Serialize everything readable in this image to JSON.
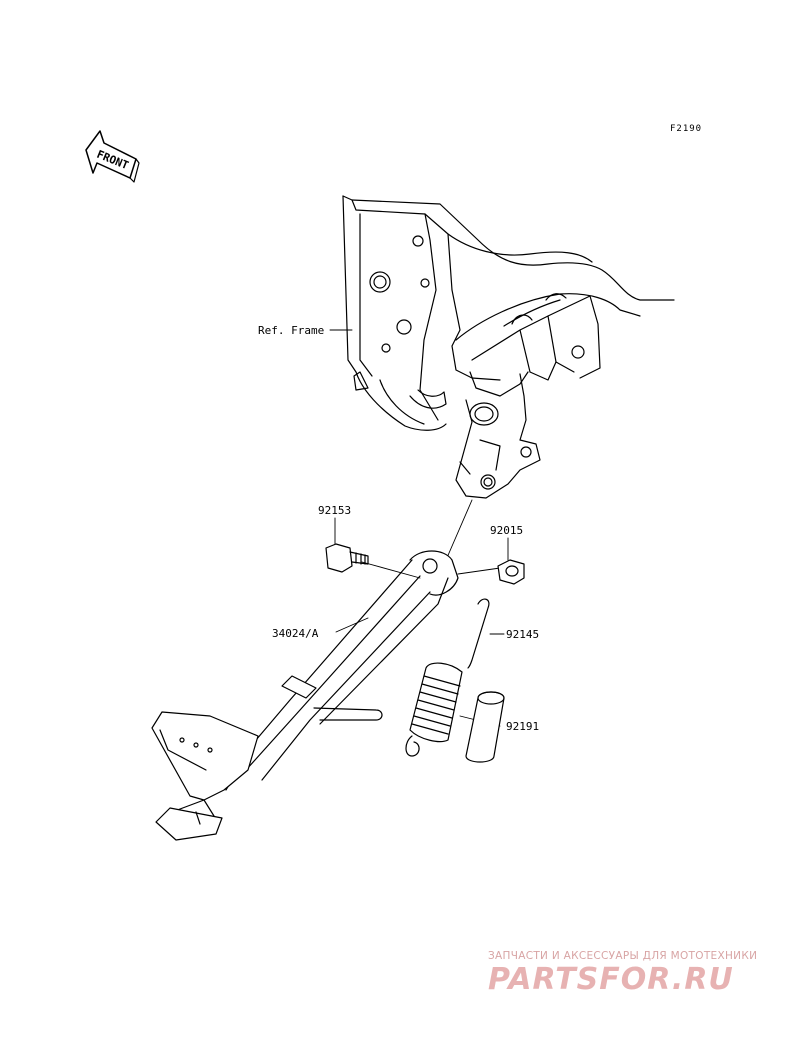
{
  "figure_code": "F2190",
  "front_arrow": {
    "label": "FRONT",
    "icon": "front-direction-arrow-icon"
  },
  "callouts": {
    "ref_frame": "Ref. Frame",
    "bolt": "92153",
    "nut": "92015",
    "side_stand": "34024/A",
    "spring": "92145",
    "sleeve": "92191"
  },
  "watermark": {
    "tagline": "ЗАПЧАСТИ И АКСЕССУАРЫ ДЛЯ МОТОТЕХНИКИ",
    "logo_text": "PARTSFOR.RU"
  },
  "colors": {
    "line": "#000000",
    "watermark": "#e7b2b2"
  }
}
